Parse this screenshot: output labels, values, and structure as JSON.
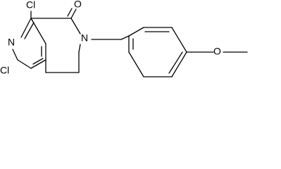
{
  "molecule": {
    "atoms": [
      {
        "label": "Cl"
      },
      {
        "label": "O"
      },
      {
        "label": "N"
      },
      {
        "label": "N"
      },
      {
        "label": "Cl"
      },
      {
        "label": "O"
      }
    ]
  }
}
